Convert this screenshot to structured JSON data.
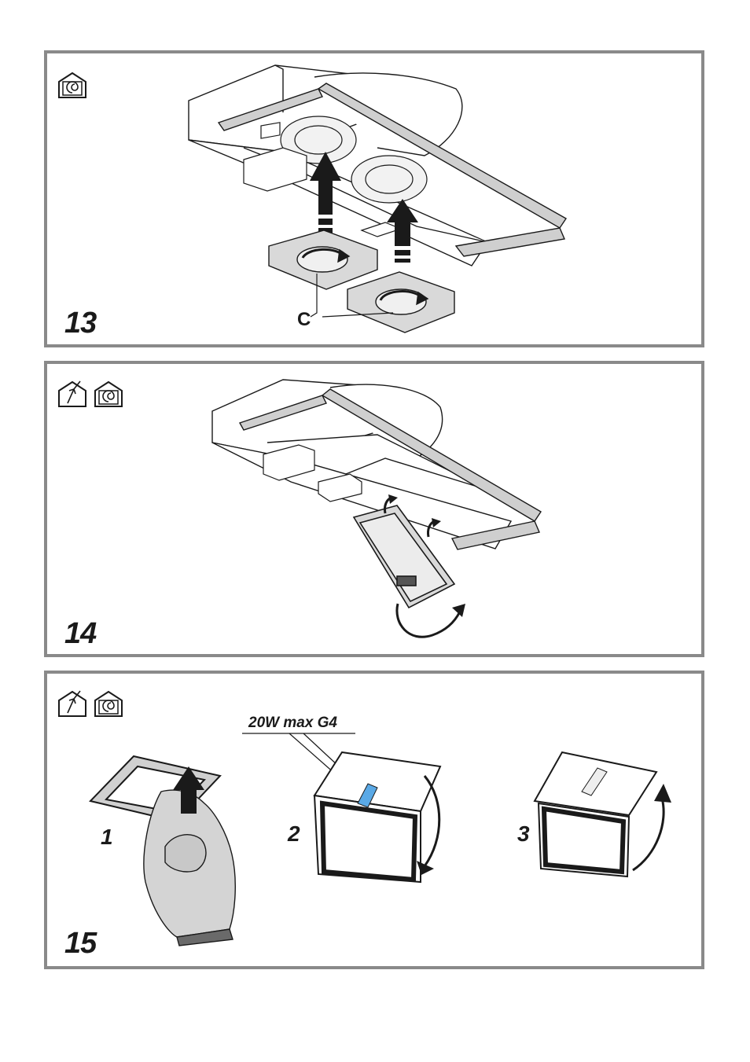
{
  "figures": [
    {
      "number": "13",
      "callout": "C",
      "modes": [
        "recirculation-mode-icon"
      ]
    },
    {
      "number": "14",
      "modes": [
        "extraction-mode-icon",
        "recirculation-mode-icon"
      ]
    },
    {
      "number": "15",
      "modes": [
        "extraction-mode-icon",
        "recirculation-mode-icon"
      ],
      "lamp_spec": "20W max G4",
      "steps": [
        "1",
        "2",
        "3"
      ]
    }
  ],
  "colors": {
    "frame": "#8a8a8a",
    "line": "#1a1a1a",
    "fill": "#d9d9d9",
    "bulb": "#5aa9e6"
  }
}
